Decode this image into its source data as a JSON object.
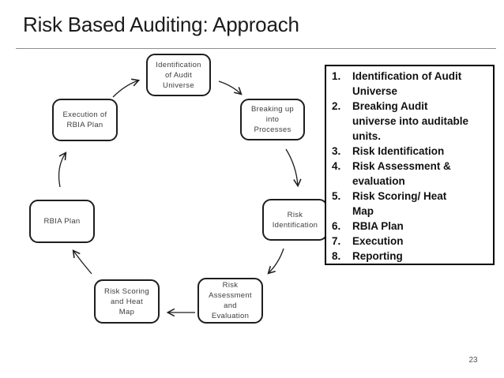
{
  "header": {
    "title": "Risk Based Auditing: Approach"
  },
  "diagram": {
    "nodes": [
      {
        "id": "identification-of-audit-universe",
        "label": "Identification\nof Audit\nUniverse"
      },
      {
        "id": "breaking-up-into-processes",
        "label": "Breaking up\ninto\nProcesses"
      },
      {
        "id": "risk-identification",
        "label": "Risk\nIdentification"
      },
      {
        "id": "risk-assessment-and-evaluation",
        "label": "Risk\nAssessment\nand\nEvaluation"
      },
      {
        "id": "risk-scoring-and-heat-map",
        "label": "Risk Scoring\nand Heat\nMap"
      },
      {
        "id": "rbia-plan",
        "label": "RBIA Plan"
      },
      {
        "id": "execution-of-rbia-plan",
        "label": "Execution of\nRBIA Plan"
      }
    ],
    "flow": "execution-of-rbia-plan -> identification-of-audit-universe -> breaking-up-into-processes -> risk-identification -> risk-assessment-and-evaluation -> risk-scoring-and-heat-map -> rbia-plan -> execution-of-rbia-plan"
  },
  "panel": {
    "items": [
      {
        "num": "1.",
        "text": "Identification of Audit\nUniverse"
      },
      {
        "num": "2.",
        "text": "Breaking Audit\nuniverse into auditable\nunits."
      },
      {
        "num": "3.",
        "text": "Risk Identification"
      },
      {
        "num": "4.",
        "text": "Risk Assessment &\nevaluation"
      },
      {
        "num": "5.",
        "text": "Risk Scoring/ Heat\nMap"
      },
      {
        "num": "6.",
        "text": "RBIA Plan"
      },
      {
        "num": "7.",
        "text": "Execution"
      },
      {
        "num": "8.",
        "text": "Reporting"
      }
    ]
  },
  "footer": {
    "page_number": "23"
  },
  "colors": {
    "background": "#ffffff",
    "title_text": "#1b1b1b",
    "separator": "#8f8f8f",
    "node_border": "#1e1e1e",
    "node_text": "#3d3d3d",
    "panel_border": "#000000",
    "panel_text": "#111111",
    "page_number": "#525252"
  }
}
